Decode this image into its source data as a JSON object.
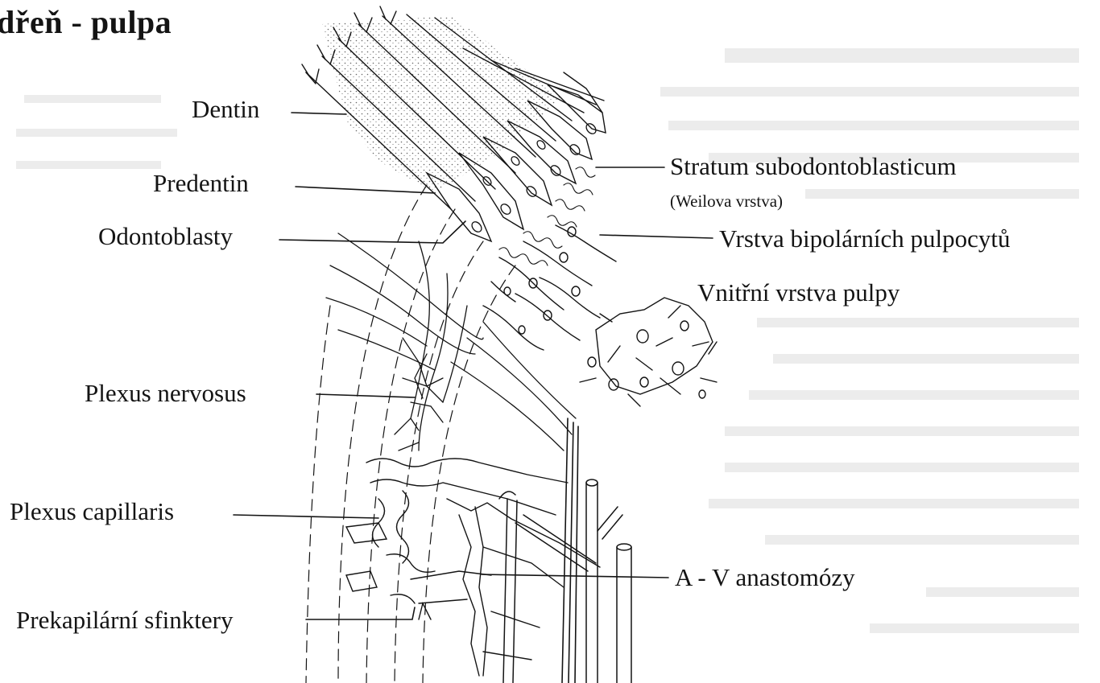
{
  "title": "dřeň - pulpa",
  "labels": {
    "dentin": "Dentin",
    "predentin": "Predentin",
    "odontoblasty": "Odontoblasty",
    "plexus_nervosus": "Plexus nervosus",
    "plexus_capillaris": "Plexus capillaris",
    "prekapilarni_sfinktery": "Prekapilární sfinktery",
    "stratum_subodontoblasticum": "Stratum subodontoblasticum",
    "weilova_vrstva": "(Weilova vrstva)",
    "vrstva_bipolarnich": "Vrstva bipolárních pulpocytů",
    "vnitrni_vrstva": "Vnitřní vrstva pulpy",
    "av_anastomozy": "A - V anastomózy"
  },
  "colors": {
    "ink": "#141414",
    "paper": "#ffffff",
    "show_through": "#e6e6e6"
  }
}
